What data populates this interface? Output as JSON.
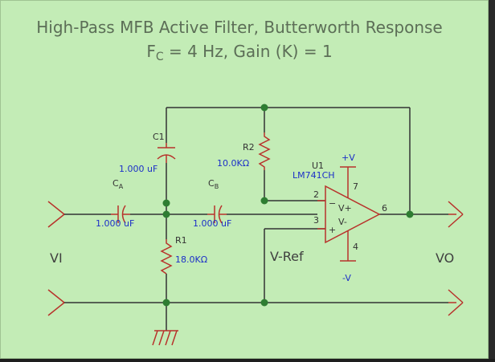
{
  "title": {
    "line1": "High-Pass MFB Active Filter, Butterworth Response",
    "line2_prefix": "F",
    "line2_sub": "C",
    "line2_rest": " = 4 Hz, Gain (K) = 1"
  },
  "components": {
    "c1": {
      "name": "C1",
      "value": "1.000 uF"
    },
    "ca": {
      "name": "C",
      "sub": "A",
      "value": "1.000 uF"
    },
    "cb": {
      "name": "C",
      "sub": "B",
      "value": "1.000 uF"
    },
    "r1": {
      "name": "R1",
      "value": "18.0KΩ"
    },
    "r2": {
      "name": "R2",
      "value": "10.0KΩ"
    },
    "u1": {
      "name": "U1",
      "part": "LM741CH"
    }
  },
  "opamp": {
    "pin_inv": "2",
    "pin_noninv": "3",
    "pin_out": "6",
    "pin_vpos": "7",
    "pin_vneg": "4",
    "label_vplus": "V+",
    "label_vminus": "V-",
    "sign_minus": "−",
    "sign_plus": "+",
    "supply_pos": "+V",
    "supply_neg": "-V"
  },
  "nets": {
    "vi": "VI",
    "vo": "VO",
    "vref": "V-Ref"
  },
  "colors": {
    "background": "#c3ecb6",
    "component": "#b8322b",
    "value_text": "#1c2fc8",
    "junction": "#2e7d32",
    "title": "#5c6e57"
  }
}
